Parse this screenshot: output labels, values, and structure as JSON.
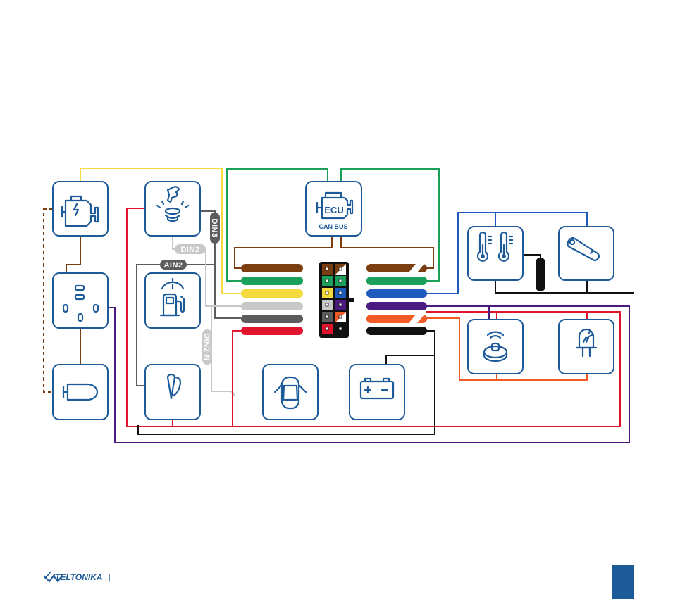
{
  "labels": {
    "ecu": "ECU",
    "can_bus": "CAN BUS",
    "din2": "DIN2",
    "din3": "DIN3",
    "ain2": "AIN2",
    "din2n": "DIN2-N"
  },
  "brand": {
    "name": "TELTONIKA",
    "separator": "|"
  },
  "colors": {
    "primary": "#1c5a9a",
    "brown": "#7a3e10",
    "green": "#1aa05b",
    "yellow": "#f4da3c",
    "light_gray": "#c8c8c8",
    "dark_gray": "#5c5c5c",
    "red": "#e0142d",
    "blue": "#1f5bbd",
    "purple": "#4a1a80",
    "orange": "#f25a26",
    "black": "#111111",
    "page_badge": "#1c5a9a"
  },
  "icons": [
    "engine-icon",
    "panic-button-icon",
    "ecu-icon",
    "thermometers-icon",
    "ibutton-key-icon",
    "ignition-relay-icon",
    "fuel-pump-icon",
    "immobilizer-buzzer-icon",
    "led-icon",
    "fuel-tank-icon",
    "probe-sensor-icon",
    "car-doors-icon",
    "battery-icon"
  ]
}
